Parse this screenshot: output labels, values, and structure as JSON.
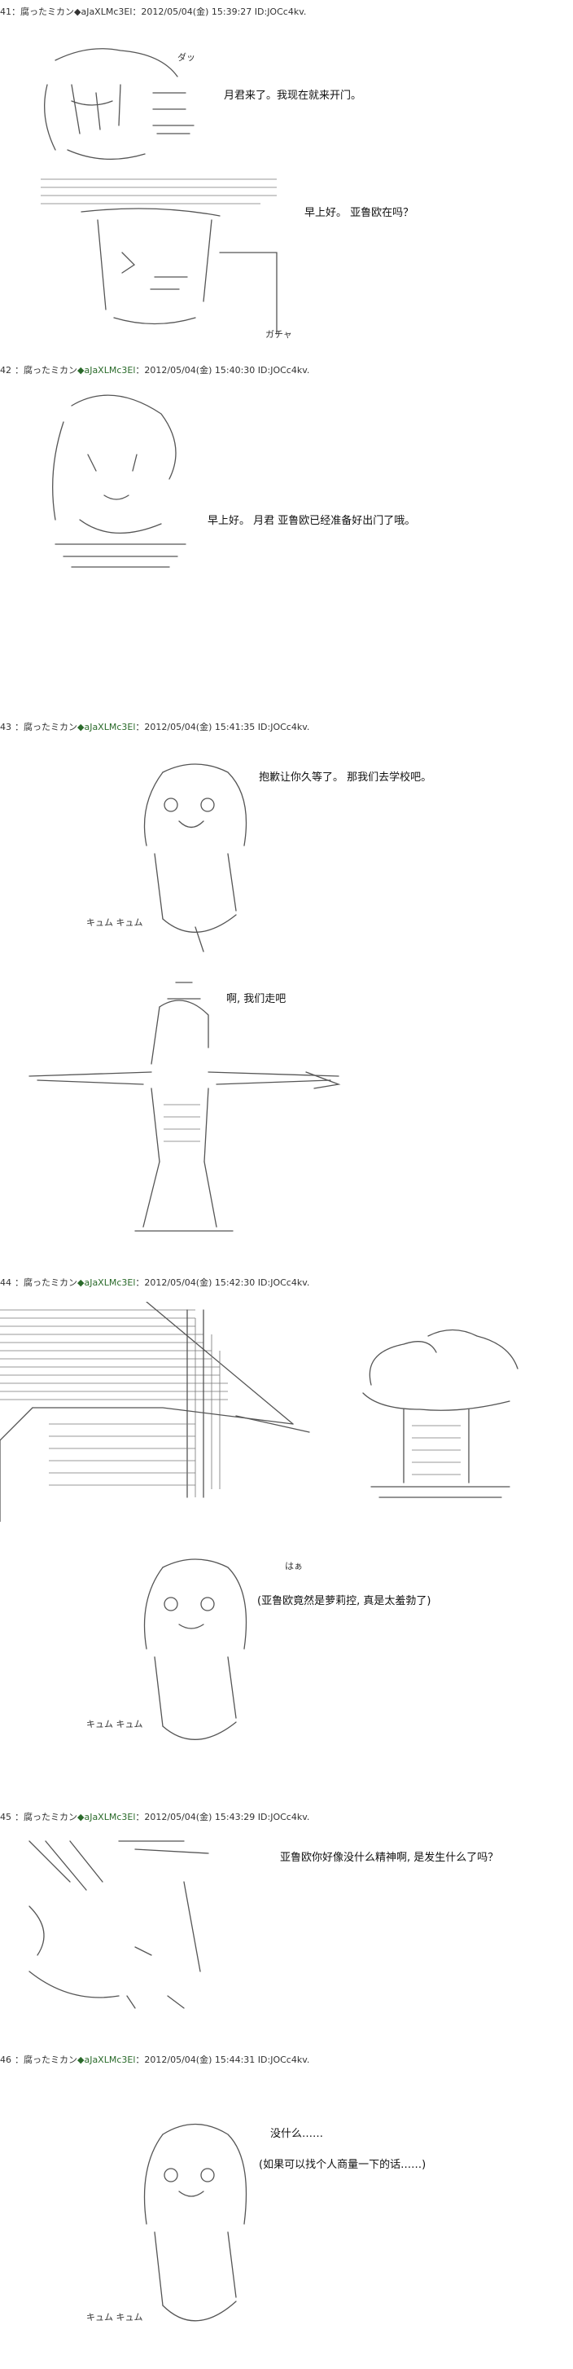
{
  "top_header": "41：腐ったミカン◆aJaXLMc3El：2012/05/04(金) 15:39:27 ID:JOCc4kv.",
  "posts": [
    {
      "number": "42",
      "name_sep": "：腐ったミカン",
      "trip": "◆aJaXLMc3El",
      "date": "：2012/05/04(金) 15:40:30 ID:JOCc4kv."
    },
    {
      "number": "43",
      "name_sep": "：腐ったミカン",
      "trip": "◆aJaXLMc3El",
      "date": "：2012/05/04(金) 15:41:35 ID:JOCc4kv."
    },
    {
      "number": "44",
      "name_sep": "：腐ったミカン",
      "trip": "◆aJaXLMc3El",
      "date": "：2012/05/04(金) 15:42:30 ID:JOCc4kv."
    },
    {
      "number": "45",
      "name_sep": "：腐ったミカン",
      "trip": "◆aJaXLMc3El",
      "date": "：2012/05/04(金) 15:43:29 ID:JOCc4kv."
    },
    {
      "number": "46",
      "name_sep": "：腐ったミカン",
      "trip": "◆aJaXLMc3El",
      "date": "：2012/05/04(金) 15:44:31 ID:JOCc4kv."
    }
  ],
  "dialogue": {
    "d1": "月君来了。我现在就来开门。",
    "sfx_dash": "ダッ",
    "d2": "早上好。 亚鲁欧在吗？",
    "sfx_gacha": "ガチャ",
    "d3": "早上好。 月君  亚鲁欧已经准备好出门了哦。",
    "d4": "抱歉让你久等了。 那我们去学校吧。",
    "sfx_kyum1": "キュム キュム",
    "d5": "啊, 我们走吧",
    "sfx_ha": "はぁ",
    "d6": "(亚鲁欧竟然是萝莉控, 真是太羞勃了)",
    "sfx_kyum2": "キュム キュム",
    "d7": "亚鲁欧你好像没什么精神啊, 是发生什么了吗？",
    "d8": "没什么……",
    "d9": "(如果可以找个人商量一下的话……)",
    "sfx_kyum3": "キュム キュム"
  }
}
